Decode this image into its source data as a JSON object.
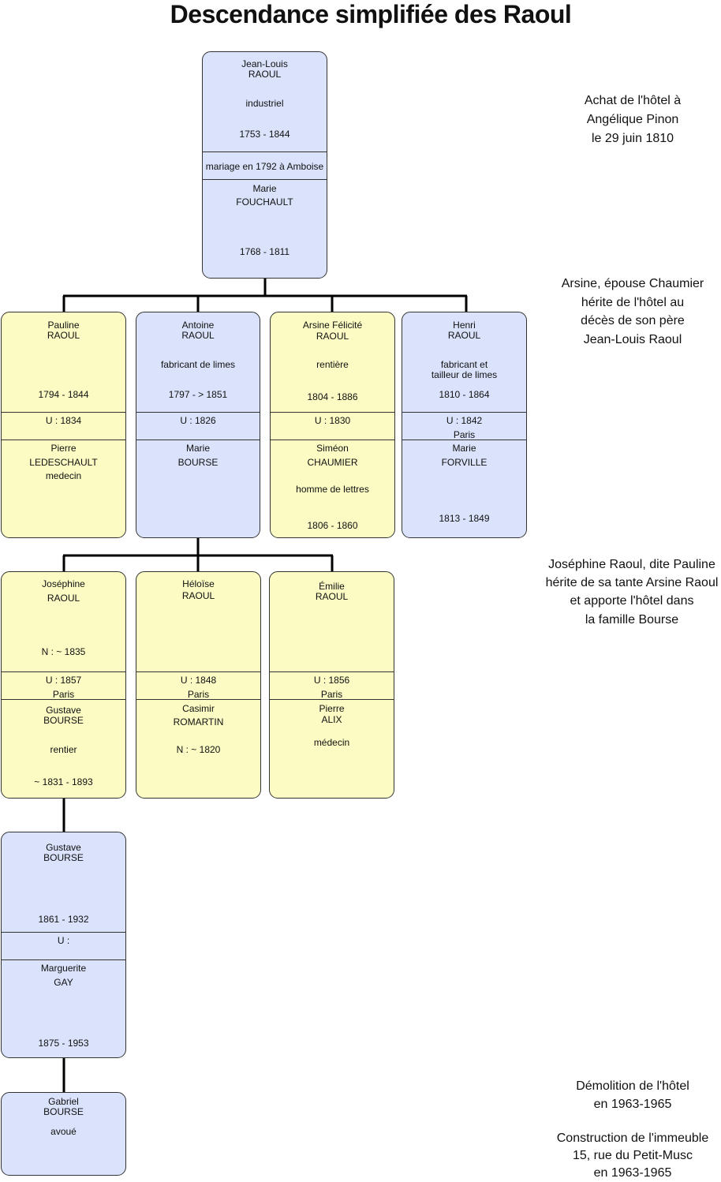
{
  "title": "Descendance simplifiée des Raoul",
  "notes": {
    "achat": [
      "Achat de l'hôtel à",
      "Angélique Pinon",
      "le 29 juin 1810"
    ],
    "arsine": [
      "Arsine, épouse Chaumier",
      "hérite de l'hôtel au",
      "décès de son père",
      "Jean-Louis Raoul"
    ],
    "josephine": [
      "Joséphine Raoul, dite Pauline",
      "hérite de sa tante Arsine Raoul",
      "et apporte l'hôtel dans",
      "la famille Bourse"
    ],
    "demolition": [
      "Démolition de l'hôtel",
      "en 1963-1965"
    ],
    "construction": [
      "Construction de l'immeuble",
      "15, rue du Petit-Musc",
      "en 1963-1965"
    ]
  },
  "persons": {
    "jean_louis": {
      "first": "Jean-Louis",
      "last": "RAOUL",
      "job": "industriel",
      "dates": "1753 - 1844",
      "union": "mariage en 1792 à Amboise",
      "spouse_first": "Marie",
      "spouse_last": "FOUCHAULT",
      "spouse_dates": "1768 - 1811"
    },
    "pauline": {
      "first": "Pauline",
      "last": "RAOUL",
      "dates": "1794 - 1844",
      "union": "U : 1834",
      "spouse_first": "Pierre",
      "spouse_last": "LEDESCHAULT",
      "spouse_job": "medecin"
    },
    "antoine": {
      "first": "Antoine",
      "last": "RAOUL",
      "job": "fabricant de limes",
      "dates": "1797 - > 1851",
      "union": "U : 1826",
      "spouse_first": "Marie",
      "spouse_last": "BOURSE"
    },
    "arsine": {
      "first": "Arsine Félicité",
      "last": "RAOUL",
      "job": "rentière",
      "dates": "1804 - 1886",
      "union": "U : 1830",
      "spouse_first": "Siméon",
      "spouse_last": "CHAUMIER",
      "spouse_job": "homme de lettres",
      "spouse_dates": "1806 - 1860"
    },
    "henri": {
      "first": "Henri",
      "last": "RAOUL",
      "job1": "fabricant et",
      "job2": "tailleur de limes",
      "dates": "1810 - 1864",
      "union": "U : 1842",
      "union_place": "Paris",
      "spouse_first": "Marie",
      "spouse_last": "FORVILLE",
      "spouse_dates": "1813 - 1849"
    },
    "josephine": {
      "first": "Joséphine",
      "last": "RAOUL",
      "dates": "N : ~ 1835",
      "union": "U : 1857",
      "union_place": "Paris",
      "spouse_first": "Gustave",
      "spouse_last": "BOURSE",
      "spouse_job": "rentier",
      "spouse_dates": "~ 1831 - 1893"
    },
    "heloise": {
      "first": "Héloïse",
      "last": "RAOUL",
      "union": "U : 1848",
      "union_place": "Paris",
      "spouse_first": "Casimir",
      "spouse_last": "ROMARTIN",
      "spouse_dates": "N : ~ 1820"
    },
    "emilie": {
      "first": "Émilie",
      "last": "RAOUL",
      "union": "U : 1856",
      "union_place": "Paris",
      "spouse_first": "Pierre",
      "spouse_last": "ALIX",
      "spouse_job": "médecin"
    },
    "gustave": {
      "first": "Gustave",
      "last": "BOURSE",
      "dates": "1861 - 1932",
      "union": "U :",
      "spouse_first": "Marguerite",
      "spouse_last": "GAY",
      "spouse_dates": "1875 - 1953"
    },
    "gabriel": {
      "first": "Gabriel",
      "last": "BOURSE",
      "job": "avoué"
    }
  },
  "colors": {
    "blue": "#dae3fb",
    "yellow": "#fcfbc3",
    "line": "#000000",
    "border": "#333333"
  }
}
